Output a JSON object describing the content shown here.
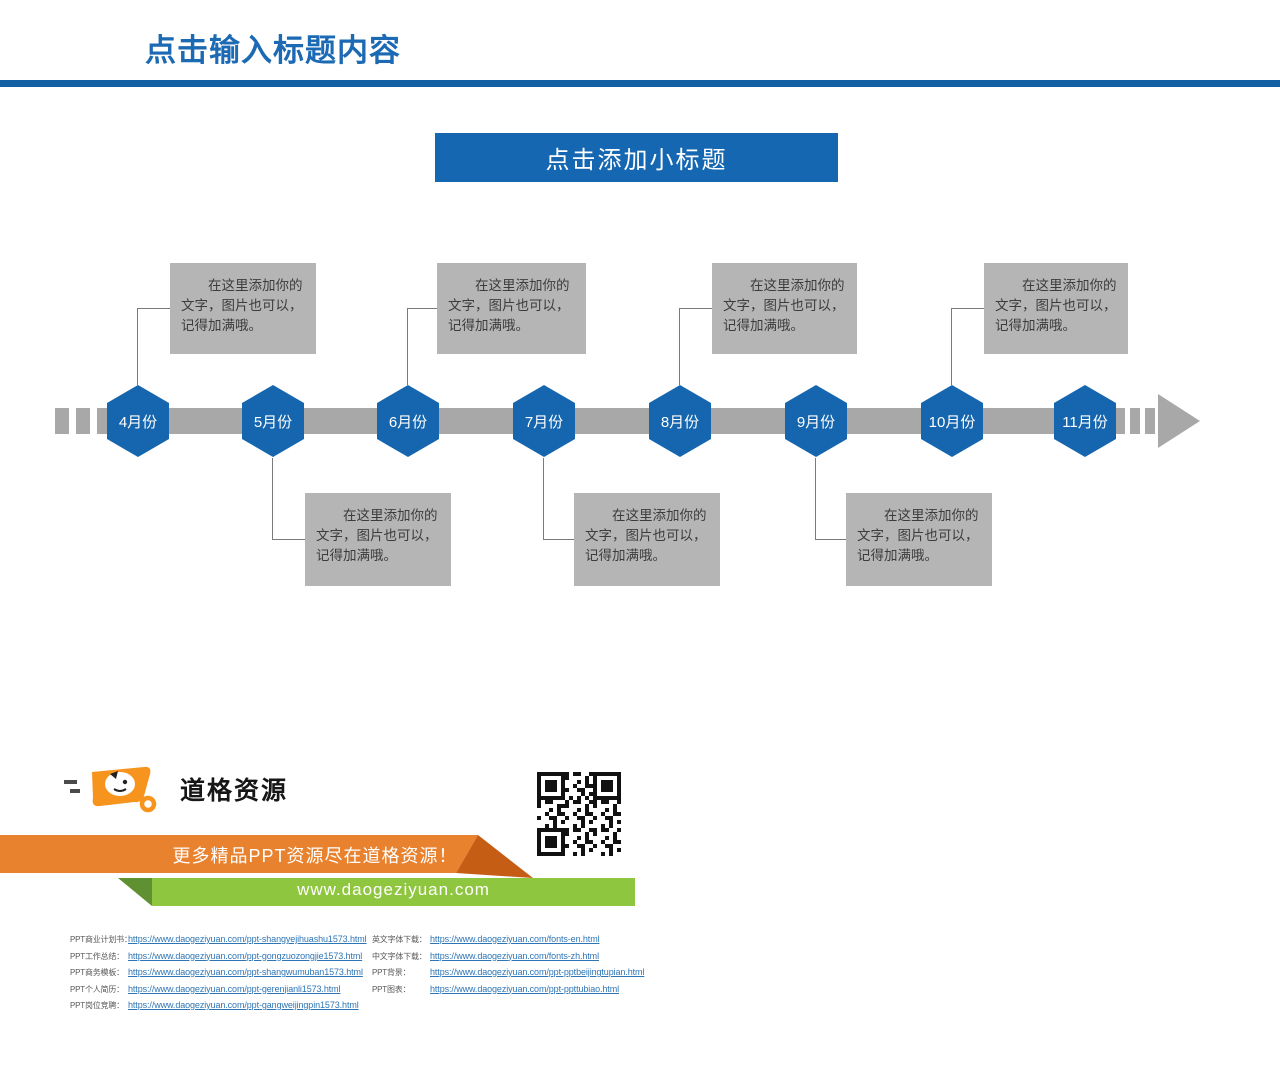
{
  "header": {
    "title": "点击输入标题内容"
  },
  "subtitle": {
    "label": "点击添加小标题"
  },
  "timeline": {
    "months": [
      {
        "label": "4月份"
      },
      {
        "label": "5月份"
      },
      {
        "label": "6月份"
      },
      {
        "label": "7月份"
      },
      {
        "label": "8月份"
      },
      {
        "label": "9月份"
      },
      {
        "label": "10月份"
      },
      {
        "label": "11月份"
      }
    ],
    "note_text": "在这里添加你的文字，图片也可以，记得加满哦。"
  },
  "footer": {
    "logo_text": "道格资源",
    "orange_banner": "更多精品PPT资源尽在道格资源！",
    "green_banner": "www.daogeziyuan.com",
    "links_left": [
      {
        "label": "PPT商业计划书：",
        "url": "https://www.daogeziyuan.com/ppt-shangyejihuashu1573.html"
      },
      {
        "label": "PPT工作总结：",
        "url": "https://www.daogeziyuan.com/ppt-gongzuozongjie1573.html"
      },
      {
        "label": "PPT商务模板：",
        "url": "https://www.daogeziyuan.com/ppt-shangwumuban1573.html"
      },
      {
        "label": "PPT个人简历：",
        "url": "https://www.daogeziyuan.com/ppt-gerenjianli1573.html"
      },
      {
        "label": "PPT岗位竞聘：",
        "url": "https://www.daogeziyuan.com/ppt-gangweijingpin1573.html"
      }
    ],
    "links_right": [
      {
        "label": "英文字体下载：",
        "url": "https://www.daogeziyuan.com/fonts-en.html"
      },
      {
        "label": "中文字体下载：",
        "url": "https://www.daogeziyuan.com/fonts-zh.html"
      },
      {
        "label": "PPT背景：",
        "url": "https://www.daogeziyuan.com/ppt-pptbeijingtupian.html"
      },
      {
        "label": "PPT图表：",
        "url": "https://www.daogeziyuan.com/ppt-ppttubiao.html"
      }
    ]
  },
  "colors": {
    "accent_blue": "#1566ae",
    "title_blue": "#1b6ab3",
    "timeline_gray": "#a8a8a8",
    "note_gray": "#b5b5b5",
    "banner_orange": "#e8822f",
    "banner_orange_dark": "#c55e14",
    "banner_green": "#8fc640",
    "banner_green_dark": "#5f9031",
    "link_blue": "#2e75b6",
    "logo_orange": "#f7941e"
  }
}
